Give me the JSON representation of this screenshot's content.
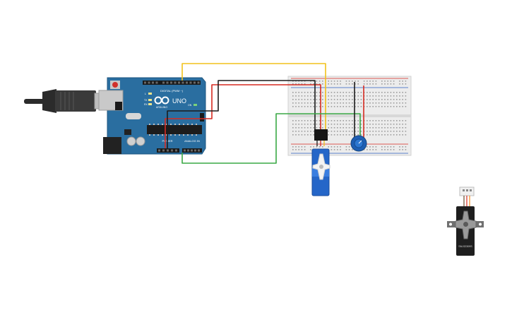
{
  "board": {
    "brand": "ARDUINO",
    "model": "UNO",
    "digital_label": "DIGITAL (PWM ~)",
    "power_label": "POWER",
    "analog_label": "ANALOG IN",
    "tx_label": "TX",
    "rx_label": "RX",
    "l_label": "L",
    "on_label": "ON"
  },
  "servo_model": "SM-S2309S",
  "colors": {
    "board": "#2a6ea0",
    "usb": "#2b2b2b",
    "breadboard": "#ececec",
    "wire_yellow": "#f2c21b",
    "wire_red": "#d62a20",
    "wire_black": "#1c1c1c",
    "wire_green": "#3aa845",
    "servo_blue": "#2566c8",
    "servo_black": "#1e1e1e",
    "pot_blue": "#1f5fb4"
  },
  "icons": [
    "usb-plug-icon",
    "arduino-logo-icon",
    "potentiometer-icon",
    "servo-icon"
  ]
}
